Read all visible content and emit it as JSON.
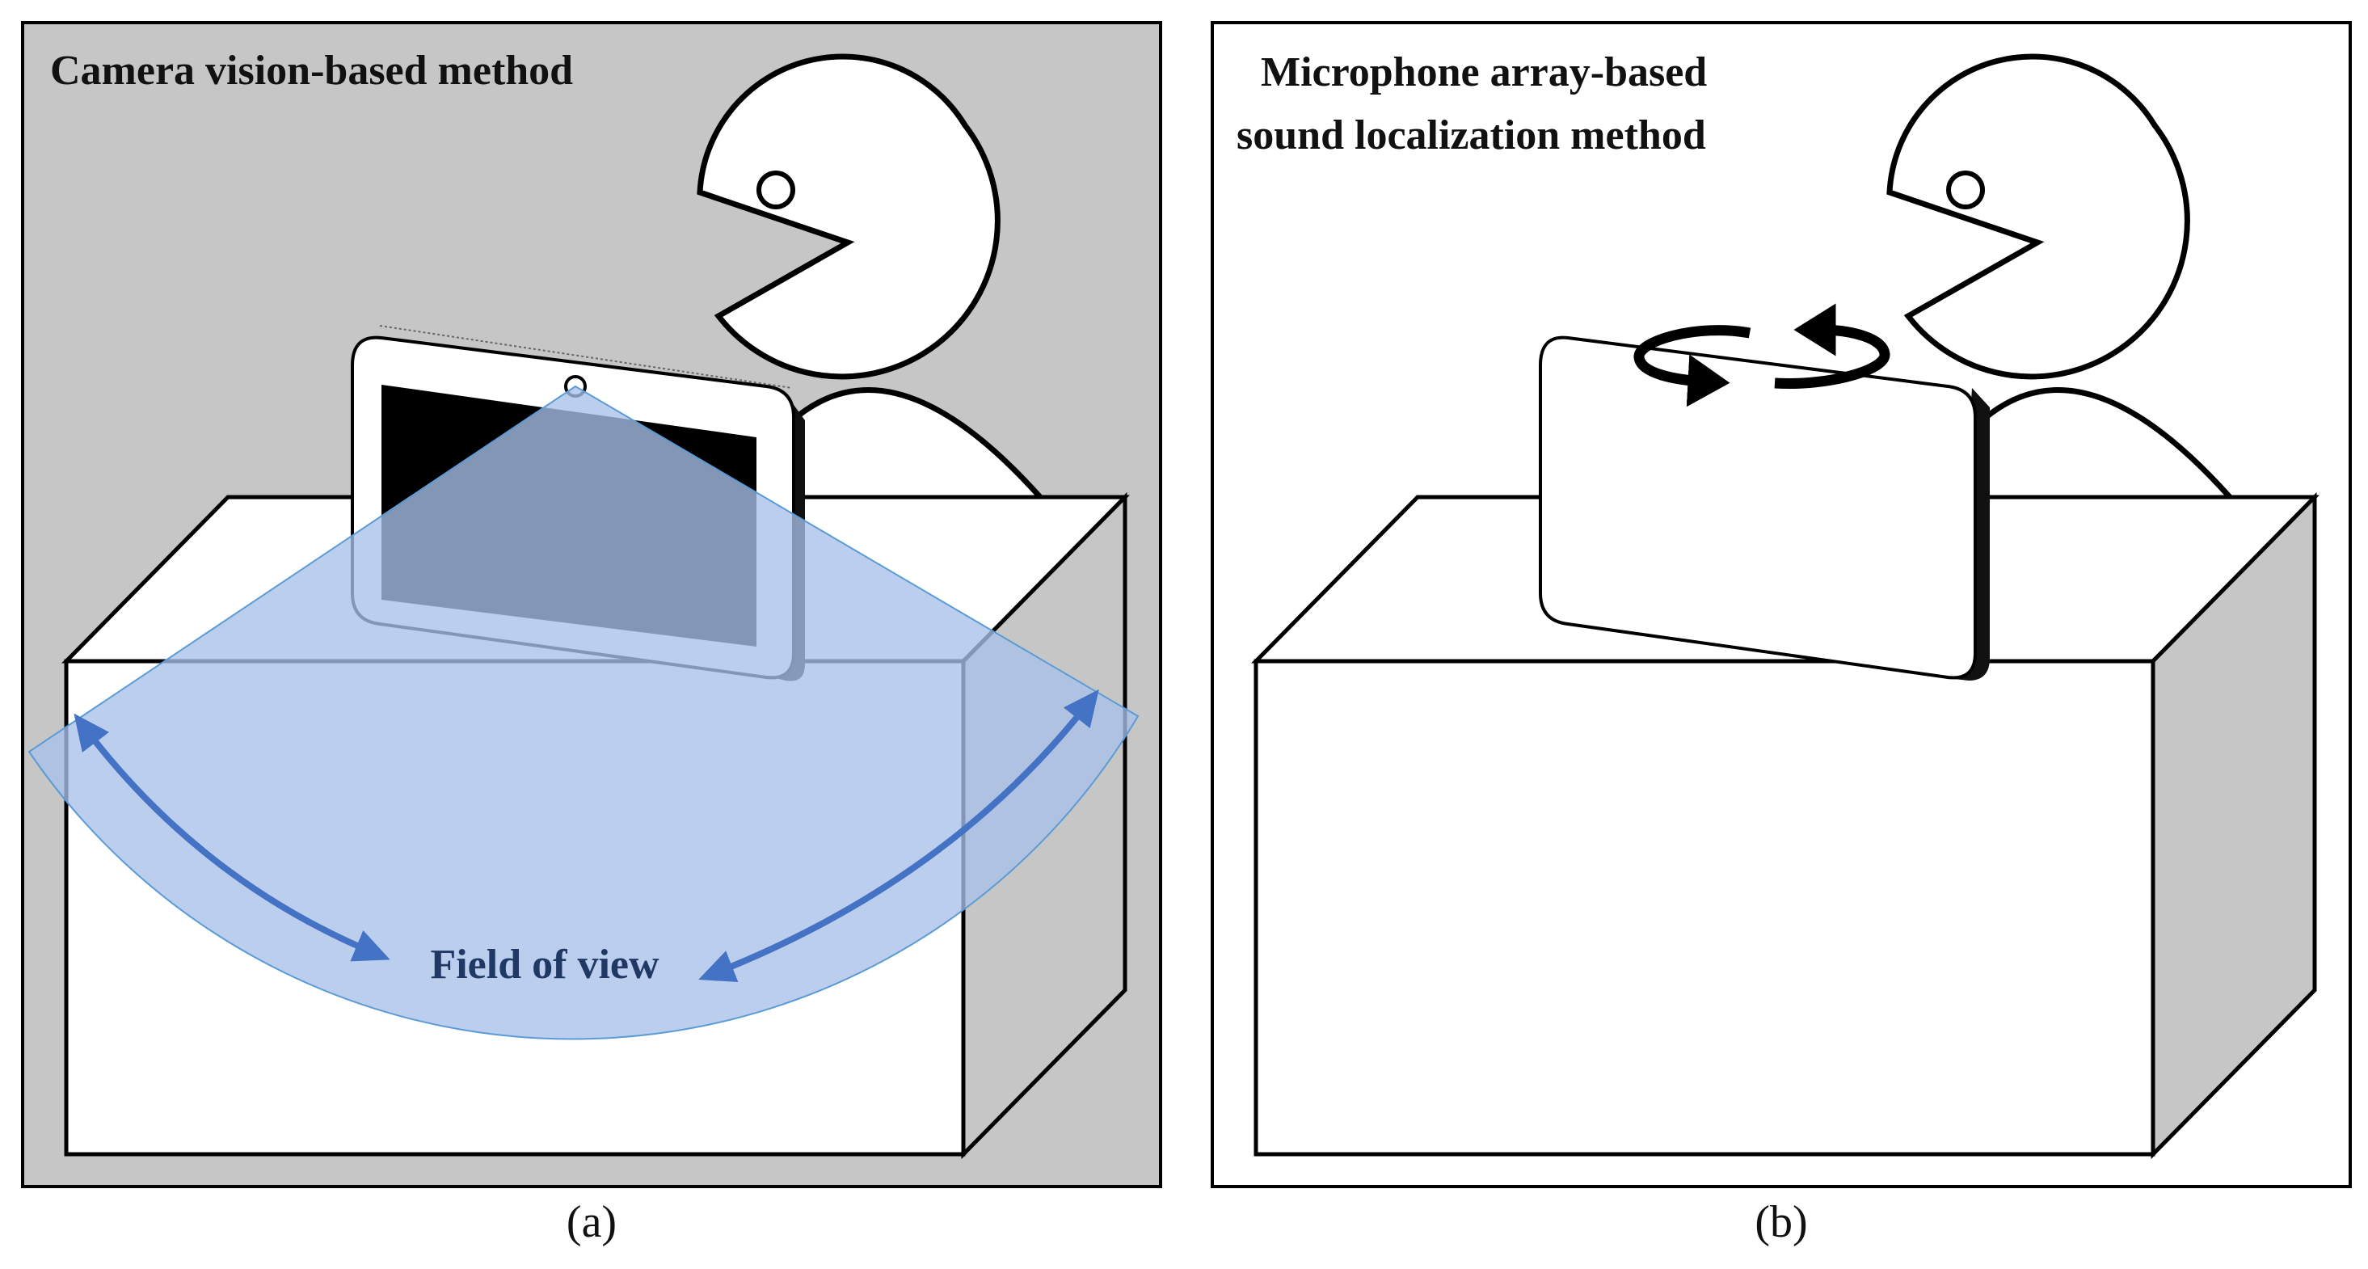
{
  "panel_a": {
    "title": "Camera vision-based method",
    "annotation": "Field of view",
    "caption": "(a)"
  },
  "panel_b": {
    "title_line1": "Microphone array-based",
    "title_line2": "sound localization method",
    "caption": "(b)"
  },
  "colors": {
    "panel_a_background": "#c6c6c6",
    "panel_b_background": "#ffffff",
    "field_of_view_fill": "#a9c0e8",
    "field_of_view_stroke": "#5b9bd5",
    "field_of_view_arrow": "#4472c4",
    "field_of_view_text": "#1f3864",
    "tablet_screen": "#000000",
    "outline": "#000000"
  }
}
